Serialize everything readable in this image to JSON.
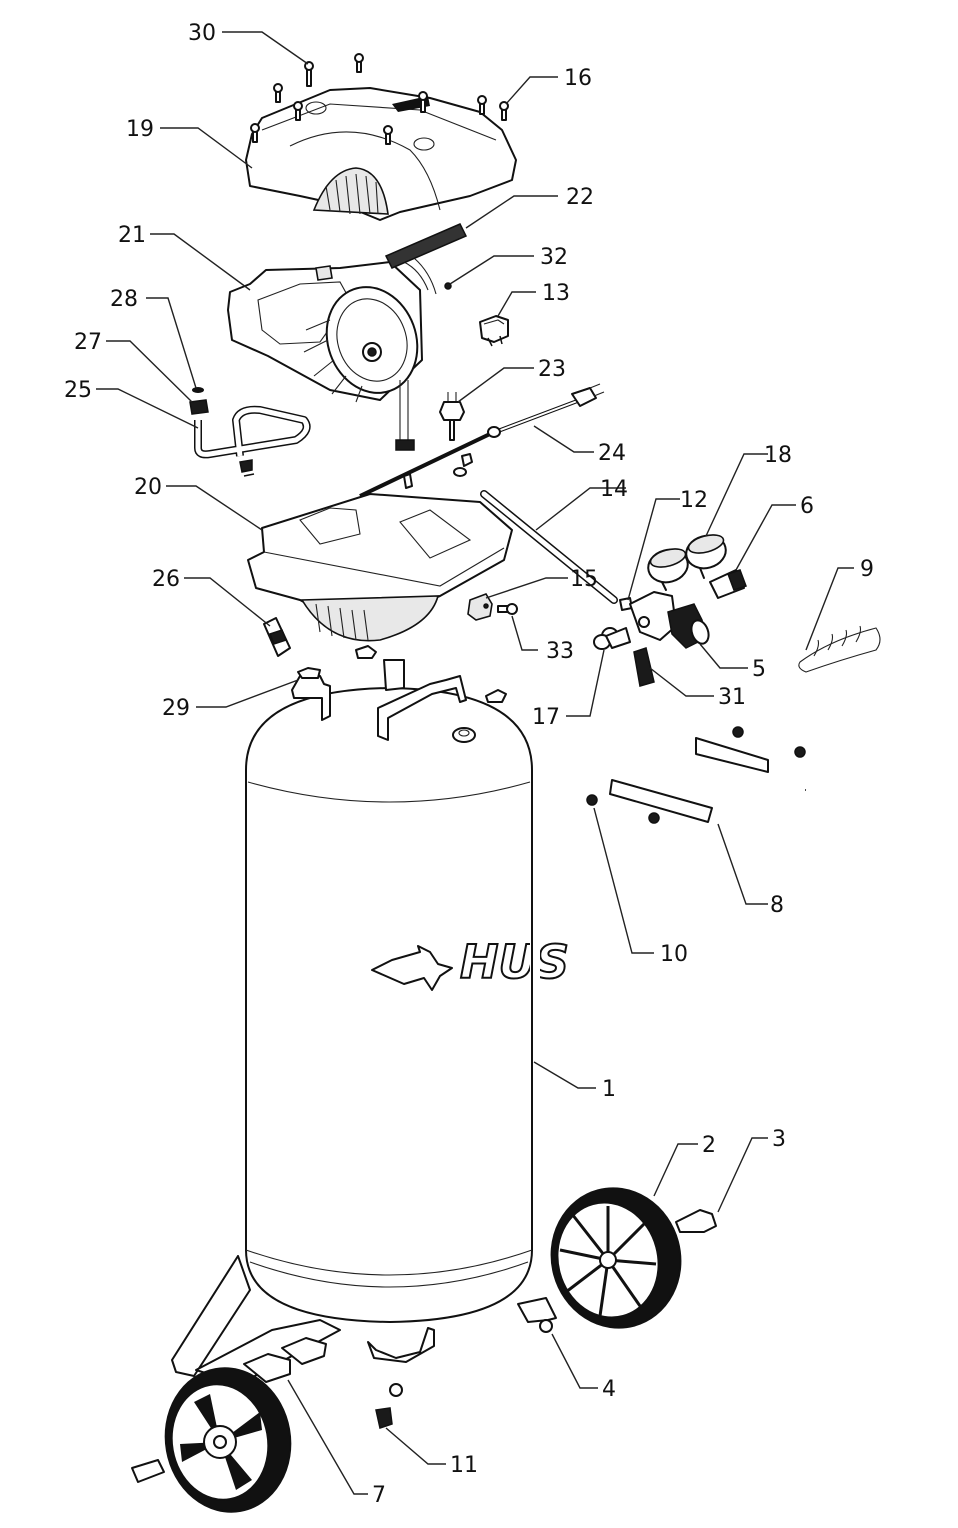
{
  "diagram": {
    "title": "Air Compressor Exploded Parts Diagram",
    "brand_logo_text": "HUS",
    "callouts": [
      {
        "id": "callout-1",
        "label": "1",
        "part": "tank"
      },
      {
        "id": "callout-2",
        "label": "2",
        "part": "wheel"
      },
      {
        "id": "callout-3",
        "label": "3",
        "part": "axle-bolt"
      },
      {
        "id": "callout-4",
        "label": "4",
        "part": "nut"
      },
      {
        "id": "callout-5",
        "label": "5",
        "part": "regulator"
      },
      {
        "id": "callout-6",
        "label": "6",
        "part": "quick-coupler"
      },
      {
        "id": "callout-7",
        "label": "7",
        "part": "rubber-foot"
      },
      {
        "id": "callout-8",
        "label": "8",
        "part": "handle"
      },
      {
        "id": "callout-9",
        "label": "9",
        "part": "handle-grip"
      },
      {
        "id": "callout-10",
        "label": "10",
        "part": "handle-screw"
      },
      {
        "id": "callout-11",
        "label": "11",
        "part": "drain-valve"
      },
      {
        "id": "callout-12",
        "label": "12",
        "part": "tube-nut"
      },
      {
        "id": "callout-13",
        "label": "13",
        "part": "on-off-switch"
      },
      {
        "id": "callout-14",
        "label": "14",
        "part": "outlet-tube"
      },
      {
        "id": "callout-15",
        "label": "15",
        "part": "knob"
      },
      {
        "id": "callout-16",
        "label": "16",
        "part": "shroud-screw"
      },
      {
        "id": "callout-17",
        "label": "17",
        "part": "safety-valve"
      },
      {
        "id": "callout-18",
        "label": "18",
        "part": "pressure-gauge"
      },
      {
        "id": "callout-19",
        "label": "19",
        "part": "upper-shroud"
      },
      {
        "id": "callout-20",
        "label": "20",
        "part": "lower-shroud"
      },
      {
        "id": "callout-21",
        "label": "21",
        "part": "pump-motor-assembly"
      },
      {
        "id": "callout-22",
        "label": "22",
        "part": "handle-cover"
      },
      {
        "id": "callout-23",
        "label": "23",
        "part": "pressure-switch"
      },
      {
        "id": "callout-24",
        "label": "24",
        "part": "power-cord"
      },
      {
        "id": "callout-25",
        "label": "25",
        "part": "intake-tube"
      },
      {
        "id": "callout-26",
        "label": "26",
        "part": "check-valve"
      },
      {
        "id": "callout-27",
        "label": "27",
        "part": "fitting-nut"
      },
      {
        "id": "callout-28",
        "label": "28",
        "part": "o-ring"
      },
      {
        "id": "callout-29",
        "label": "29",
        "part": "mounting-bracket"
      },
      {
        "id": "callout-30",
        "label": "30",
        "part": "shroud-bolt"
      },
      {
        "id": "callout-31",
        "label": "31",
        "part": "nipple"
      },
      {
        "id": "callout-32",
        "label": "32",
        "part": "cable-tie"
      },
      {
        "id": "callout-33",
        "label": "33",
        "part": "knob-screw"
      }
    ]
  }
}
